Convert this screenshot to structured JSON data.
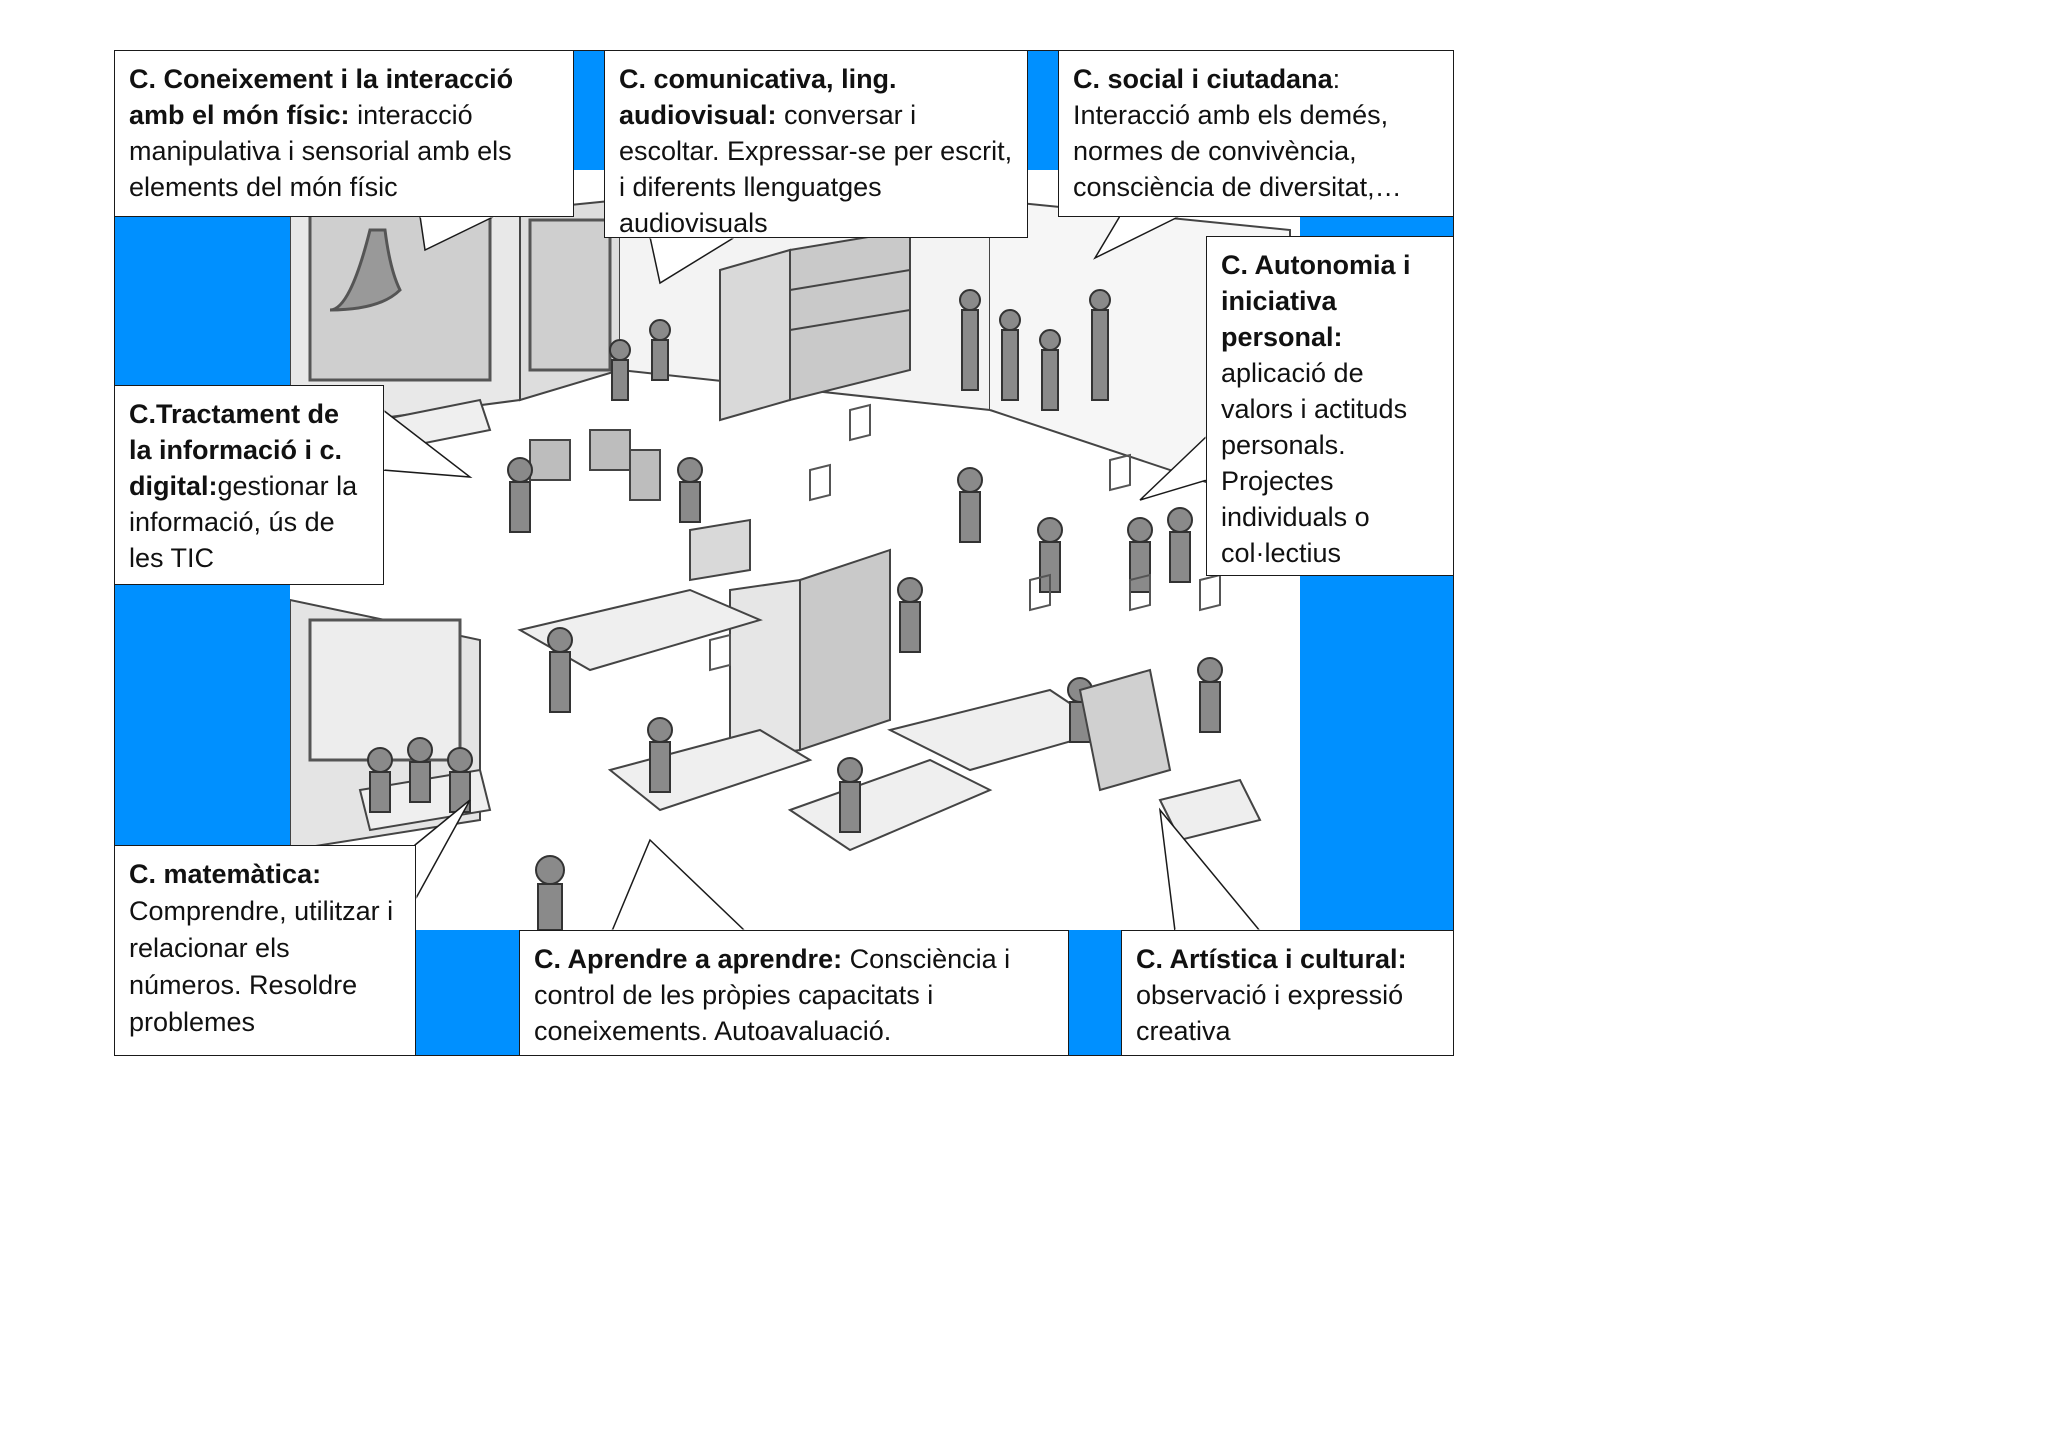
{
  "colors": {
    "background": "#ffffff",
    "frame_blue": "#0090ff",
    "border": "#1a1a1a",
    "sketch_ink": "#444444",
    "sketch_fill": "#d9d9d9",
    "text": "#111111"
  },
  "illustration": {
    "description_icon": "classroom-illustration-icon"
  },
  "callouts": {
    "coneixement": {
      "title": "C. Coneixement i la interacció amb el món físic:",
      "body": " interacció manipulativa i sensorial amb els elements del món físic"
    },
    "comunicativa": {
      "title": "C. comunicativa, ling. audiovisual:",
      "body": " conversar i escoltar. Expressar-se per escrit, i diferents llenguatges audiovisuals"
    },
    "social": {
      "title": "C. social i ciutadana",
      "body": ": Interacció amb els demés, normes de convivència, consciència de diversitat,…"
    },
    "autonomia": {
      "title": "C. Autonomia i iniciativa personal:",
      "body": " aplicació de valors i actituds personals. Projectes individuals o col·lectius"
    },
    "tractament": {
      "title": "C.Tractament de la informació i c. digital:",
      "body": "gestionar la informació, ús de les TIC"
    },
    "matematica": {
      "title": "C. matemàtica:",
      "body": " Comprendre, utilitzar i relacionar els números. Resoldre problemes"
    },
    "aprendre": {
      "title": "C. Aprendre a aprendre:",
      "body": " Consciència i control de les pròpies capacitats i coneixements. Autoavaluació."
    },
    "artistica": {
      "title": "C. Artística i cultural:",
      "body": " observació i expressió creativa"
    }
  }
}
